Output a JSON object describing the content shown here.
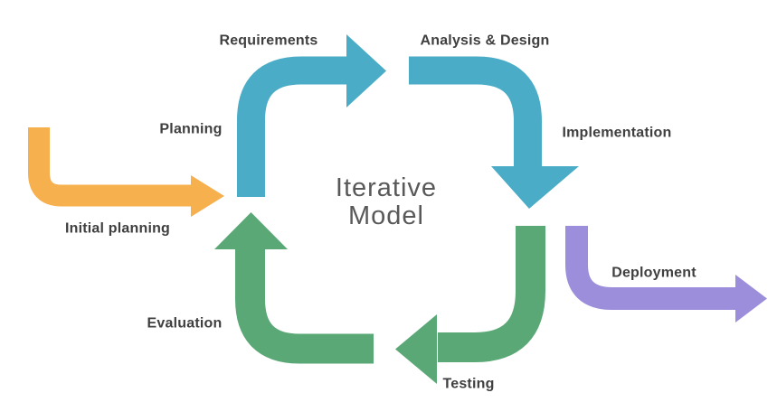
{
  "title": {
    "line1": "Iterative",
    "line2": "Model"
  },
  "steps": {
    "initial_planning": "Initial planning",
    "planning": "Planning",
    "requirements": "Requirements",
    "analysis_design": "Analysis & Design",
    "implementation": "Implementation",
    "testing": "Testing",
    "evaluation": "Evaluation",
    "deployment": "Deployment"
  },
  "colors": {
    "teal": "#4AACC6",
    "orange": "#F6B04E",
    "green": "#5AA876",
    "purple": "#9C8EDA",
    "label": "#3F3F3F",
    "title": "#595959"
  }
}
